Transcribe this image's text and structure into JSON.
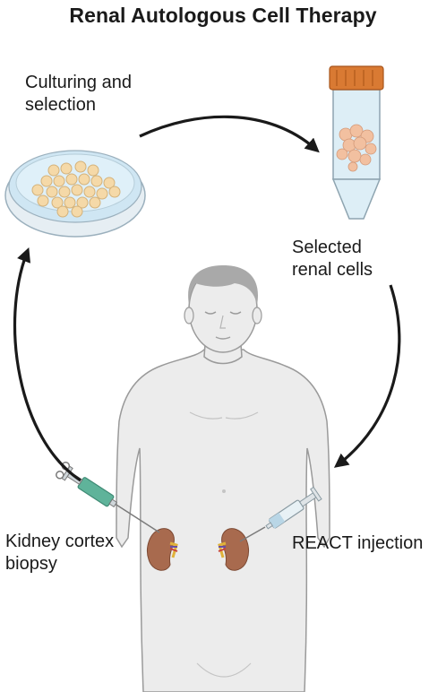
{
  "title": "Renal Autologous Cell Therapy",
  "labels": {
    "culturing": [
      "Culturing and",
      "selection"
    ],
    "selected": [
      "Selected",
      "renal cells"
    ],
    "biopsy": [
      "Kidney cortex",
      "biopsy"
    ],
    "injection": "REACT injection"
  },
  "colors": {
    "skin": "#ececec",
    "skin_outline": "#9a9a9a",
    "hair": "#a9a9a9",
    "kidney": "#a86a4e",
    "dish_liquid": "#cfe6f3",
    "cells": "#f5d9a8",
    "tube_cap": "#d97a33",
    "cell_cluster": "#f2c0a0",
    "syringe_green": "#5fb39a",
    "arrow": "#1a1a1a"
  },
  "icons": [
    "petri-dish-icon",
    "conical-tube-icon",
    "human-figure",
    "kidney-icon",
    "biopsy-syringe-icon",
    "injection-syringe-icon"
  ]
}
